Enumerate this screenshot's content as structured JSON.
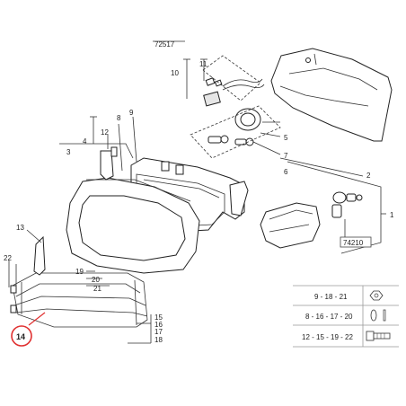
{
  "diagram": {
    "ref_code": "74210",
    "top_ref_code": "72517",
    "highlight_label": "14",
    "highlight_color": "#e03030",
    "callouts": {
      "c1": "1",
      "c2": "2",
      "c3": "3",
      "c4": "4",
      "c5": "5",
      "c6": "6",
      "c7": "7",
      "c8": "8",
      "c9": "9",
      "c10": "10",
      "c11": "11",
      "c12": "12",
      "c13": "13",
      "c15": "15",
      "c16": "16",
      "c17": "17",
      "c18": "18",
      "c19": "19",
      "c20": "20",
      "c21": "21",
      "c22": "22"
    },
    "legend": [
      {
        "text": "9 - 18 - 21",
        "icon": "nut-icon"
      },
      {
        "text": "8 - 16 - 17 - 20",
        "icon": "washer-icon"
      },
      {
        "text": "12 - 15 - 19 - 22",
        "icon": "bolt-icon"
      }
    ]
  }
}
